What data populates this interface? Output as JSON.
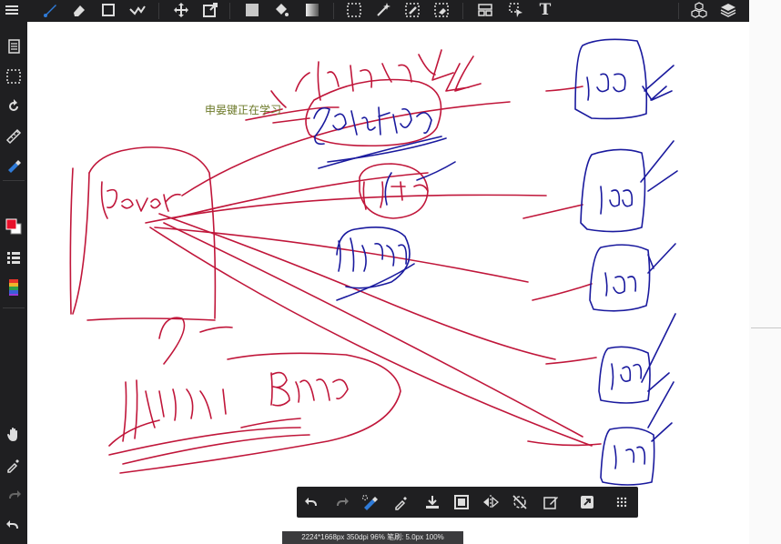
{
  "app": {
    "accent_color": "#2f7bd8",
    "ink_red": "#c0163a",
    "ink_blue": "#1a1a9e"
  },
  "toolbar": {
    "items": [
      {
        "name": "menu-icon"
      },
      {
        "name": "brush-icon",
        "active": true
      },
      {
        "name": "eraser-icon"
      },
      {
        "name": "shape-icon"
      },
      {
        "name": "stroke-icon"
      },
      {
        "name": "move-icon"
      },
      {
        "name": "transform-icon"
      },
      {
        "name": "fill-color-icon"
      },
      {
        "name": "bucket-icon"
      },
      {
        "name": "gradient-icon"
      },
      {
        "name": "select-rect-icon"
      },
      {
        "name": "magic-wand-icon"
      },
      {
        "name": "select-pen-icon"
      },
      {
        "name": "select-eraser-icon"
      },
      {
        "name": "panel-layout-icon"
      },
      {
        "name": "select-layer-icon"
      },
      {
        "name": "text-icon"
      },
      {
        "name": "material-icon"
      },
      {
        "name": "layers-icon"
      }
    ],
    "text_tool_label": "T"
  },
  "sidebar": {
    "items": [
      {
        "name": "page-icon"
      },
      {
        "name": "selection-icon"
      },
      {
        "name": "rotate-icon"
      },
      {
        "name": "ruler-icon"
      },
      {
        "name": "pen-fill-icon"
      },
      {
        "name": "color-swatch-icon"
      },
      {
        "name": "brush-list-icon"
      },
      {
        "name": "palette-icon"
      },
      {
        "name": "hand-icon"
      },
      {
        "name": "eyedropper-icon"
      },
      {
        "name": "redo-icon"
      },
      {
        "name": "undo-icon"
      }
    ],
    "primary_color": "#e8102a",
    "secondary_color": "#ffffff"
  },
  "canvas": {
    "overlay_text": "申晏键正在学习"
  },
  "bottom_toolbar": {
    "items": [
      {
        "name": "undo-icon"
      },
      {
        "name": "redo-icon"
      },
      {
        "name": "pen-lasso-icon"
      },
      {
        "name": "eyedropper-icon"
      },
      {
        "name": "download-icon"
      },
      {
        "name": "crop-icon"
      },
      {
        "name": "flip-icon"
      },
      {
        "name": "no-rotate-icon"
      },
      {
        "name": "edit-icon"
      },
      {
        "name": "share-icon"
      },
      {
        "name": "more-icon"
      }
    ]
  },
  "status": {
    "text": "2224*1668px 350dpi 96% 笔刷: 5.0px 100%"
  }
}
